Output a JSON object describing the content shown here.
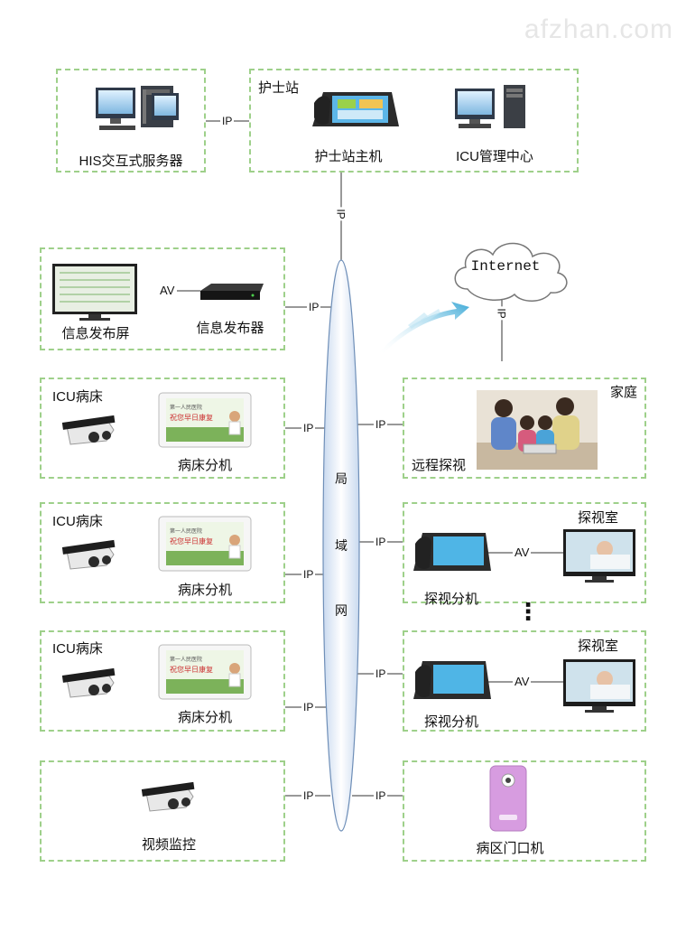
{
  "watermark": "afzhan.com",
  "nodes": {
    "his_server": "HIS交互式服务器",
    "nurse_station": "护士站",
    "nurse_host": "护士站主机",
    "icu_center": "ICU管理中心",
    "info_screen": "信息发布屏",
    "info_publisher": "信息发布器",
    "icu_bed_1": "ICU病床",
    "bed_unit_1": "病床分机",
    "icu_bed_2": "ICU病床",
    "bed_unit_2": "病床分机",
    "icu_bed_3": "ICU病床",
    "bed_unit_3": "病床分机",
    "video_monitor": "视频监控",
    "internet": "Internet",
    "family": "家庭",
    "remote_visit": "远程探视",
    "visit_room_1": "探视室",
    "visit_unit_1": "探视分机",
    "visit_room_2": "探视室",
    "visit_unit_2": "探视分机",
    "ward_door": "病区门口机",
    "lan_chars": [
      "局",
      "域",
      "网"
    ]
  },
  "links": {
    "ip": "IP",
    "av": "AV",
    "ellipsis": "⋮"
  },
  "bed_screen_text": [
    "第一人民医院",
    "祝您早日康复"
  ],
  "colors": {
    "dashed_border": "#9ed08a",
    "lan": "#dfe9f7",
    "lan_border": "#6f8fb8",
    "arrow": "#4fb3d9"
  },
  "icons": [
    "desktop-pc-icon",
    "touch-phone-icon",
    "monitor-icon",
    "set-top-box-icon",
    "bullet-camera-icon",
    "bedside-terminal-icon",
    "cloud-icon",
    "family-photo-icon",
    "door-phone-icon"
  ]
}
